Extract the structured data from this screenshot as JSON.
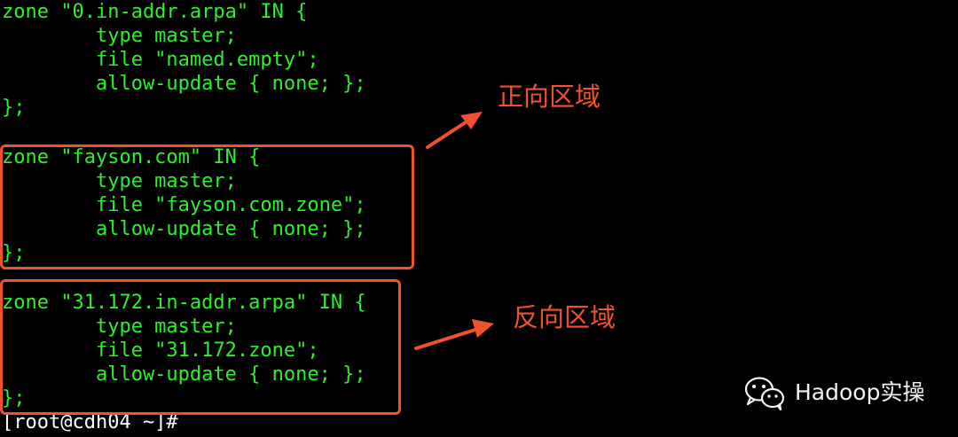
{
  "terminal": {
    "lines": [
      "zone \"0.in-addr.arpa\" IN {",
      "        type master;",
      "        file \"named.empty\";",
      "        allow-update { none; };",
      "};",
      "",
      "zone \"fayson.com\" IN {",
      "        type master;",
      "        file \"fayson.com.zone\";",
      "        allow-update { none; };",
      "};",
      "",
      "zone \"31.172.in-addr.arpa\" IN {",
      "        type master;",
      "        file \"31.172.zone\";",
      "        allow-update { none; };",
      "};"
    ],
    "prompt": "[root@cdh04 ~]#"
  },
  "annotations": {
    "forward_zone": "正向区域",
    "reverse_zone": "反向区域"
  },
  "watermark": {
    "icon": "wechat-icon",
    "text": "Hadoop实操"
  },
  "colors": {
    "terminal_text": "#2cf02a",
    "annotation": "#f0522e",
    "background": "#000000"
  }
}
